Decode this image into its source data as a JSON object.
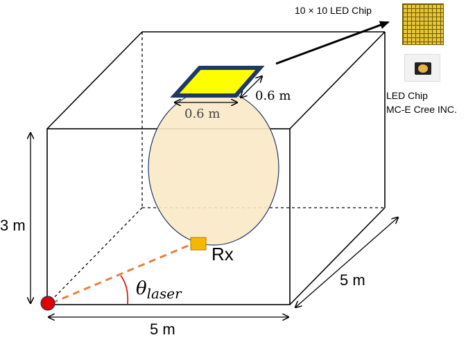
{
  "labels": {
    "chip_title": "10 × 10 LED Chip",
    "led_dim_right": "0.6 m",
    "led_dim_bottom": "0.6 m",
    "height": "3 m",
    "width": "5 m",
    "depth": "5 m",
    "rx": "Rx",
    "theta": "θ",
    "theta_sub": "laser",
    "chip_caption_line1": "LED Chip",
    "chip_caption_line2": "MC-E Cree INC."
  },
  "colors": {
    "led_fill": "#ffff00",
    "led_border": "#1f3864",
    "beam_fill": "#fbe9c8",
    "beam_stroke": "#1f3864",
    "rx_fill": "#f5b800",
    "laser_line": "#e8803a",
    "laser_source": "#e00000",
    "angle_arc": "#e00000"
  },
  "icons": {
    "chip_grid": "led-grid-icon",
    "chip_photo": "led-package-photo"
  }
}
